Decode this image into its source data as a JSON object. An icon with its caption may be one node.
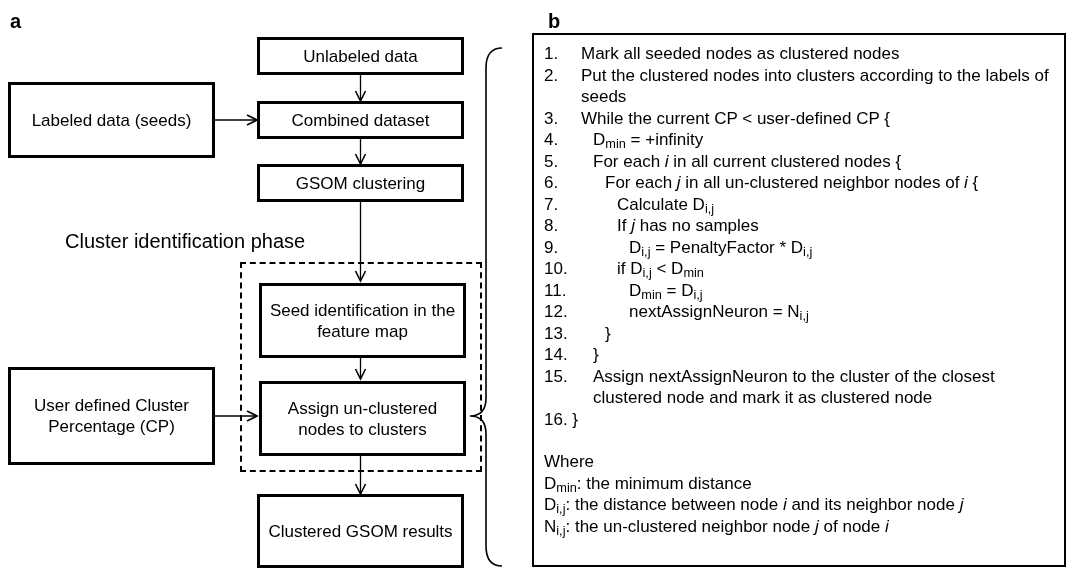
{
  "diagram": {
    "nodes": [
      {
        "text": [
          "Unlabeled data"
        ]
      },
      {
        "text": [
          "Labeled data (seeds)"
        ]
      },
      {
        "text": [
          "Combined dataset"
        ]
      },
      {
        "text": [
          "GSOM clustering"
        ]
      },
      {
        "text": [
          "Cluster identification phase"
        ]
      },
      {
        "text": [
          "Seed identification in the feature map"
        ],
        "in": 4
      },
      {
        "text": [
          "User defined Cluster Percentage (CP)"
        ]
      },
      {
        "text": [
          "Assign un-clustered nodes to clusters"
        ],
        "in": 4
      },
      {
        "text": [
          "Clustered GSOM results"
        ]
      },
      {
        "text": [
          "1.",
          "Mark all seeded nodes as clustered nodes",
          "2.",
          "Put the clustered nodes into clusters according to the labels of seeds",
          "3.",
          "While the current CP < user-defined CP {",
          "4.",
          "D$_{min}$ = +infinity",
          "5.",
          "For each *i* in all current clustered nodes {",
          "6.",
          "For each *j* in all un-clustered neighbor nodes of *i* {",
          "7.",
          "Calculate D$_{i,j}$",
          "8.",
          "If *j* has no samples",
          "9.",
          "D$_{i,j}$ = PenaltyFactor * D$_{i,j}$",
          "10.",
          "if D$_{i,j}$ < D$_{min}$",
          "11.",
          "D$_{min}$ = D$_{i,j}$",
          "12.",
          "nextAssignNeuron = N$_{i,j}$",
          "13.",
          "}",
          "14.",
          "}",
          "15.",
          "Assign nextAssignNeuron to the cluster of the closest clustered node and mark it as clustered node",
          "16. }",
          "Where",
          "D$_{min}$: the minimum distance",
          "D$_{i,j}$: the distance between node *i* and its neighbor node *j*",
          "N$_{i,j}$: the un-clustered neighbor node *j* of node *i*"
        ]
      }
    ],
    "edges": [
      {
        "from": 0,
        "to": 2,
        "arrow": "to"
      },
      {
        "from": 1,
        "to": 2,
        "arrow": "to"
      },
      {
        "from": 2,
        "to": 3,
        "arrow": "to"
      },
      {
        "from": 3,
        "to": 5,
        "arrow": "to"
      },
      {
        "from": 5,
        "to": 7,
        "arrow": "to"
      },
      {
        "from": 6,
        "to": 7,
        "arrow": "to"
      },
      {
        "from": 7,
        "to": 8,
        "arrow": "to"
      }
    ],
    "labels": [
      "a",
      "b"
    ]
  }
}
